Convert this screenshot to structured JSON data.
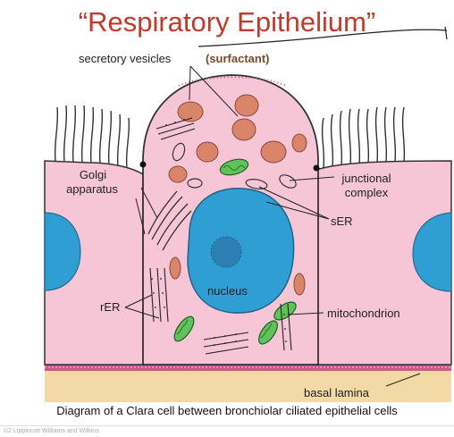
{
  "title": "“Respiratory Epithelium”",
  "labels": {
    "secretory_vesicles": "secretory vesicles",
    "surfactant": "(surfactant)",
    "golgi_line1": "Golgi",
    "golgi_line2": "apparatus",
    "junctional_line1": "junctional",
    "junctional_line2": "complex",
    "ser": "sER",
    "nucleus": "nucleus",
    "rer": "rER",
    "mitochondrion": "mitochondrion",
    "basal_lamina": "basal  lamina"
  },
  "caption": "Diagram of a Clara cell between bronchiolar ciliated epithelial cells",
  "footer": "©2 Lippincott Williams and Wilkins",
  "colors": {
    "title": "#c0392b",
    "cell_fill": "#f6c6d6",
    "cell_stroke": "#333333",
    "nucleus_fill": "#2f9fd3",
    "vesicle_fill": "#d9856a",
    "mito_fill": "#5fc25a",
    "basal_lamina": "#f3d9a6",
    "lamina_band": "#c85a8a"
  }
}
